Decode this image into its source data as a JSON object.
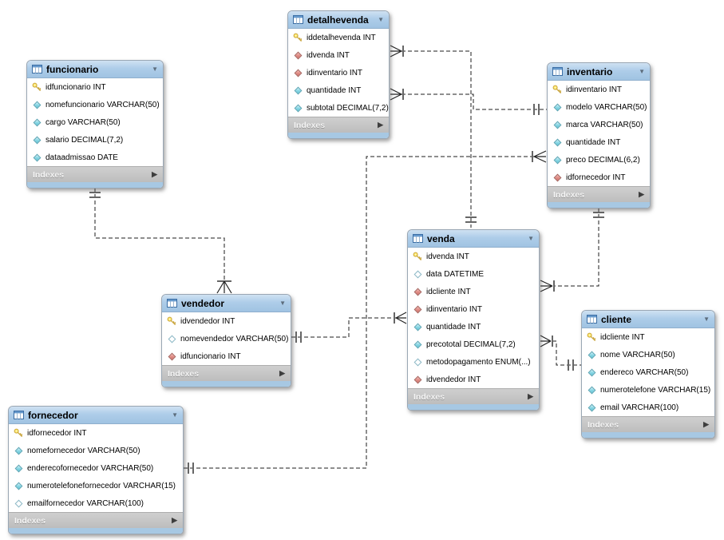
{
  "labels": {
    "indexes": "Indexes"
  },
  "colors": {
    "header_blue": "#aecde9",
    "footer_gray": "#c2c2c2",
    "bottom_strip_blue": "#a7c8e3",
    "primary_key_yellow": "#ffe96b",
    "foreign_key_red": "#e2918a",
    "notnull_cyan": "#8fd9e6",
    "nullable_white": "#ffffff",
    "line_black": "#1c1c1c"
  },
  "tables": [
    {
      "title": "funcionario",
      "fields": [
        {
          "icon": "primary-key",
          "text": "idfuncionario INT"
        },
        {
          "icon": "notnull",
          "text": "nomefuncionario VARCHAR(50)"
        },
        {
          "icon": "notnull",
          "text": "cargo VARCHAR(50)"
        },
        {
          "icon": "notnull",
          "text": "salario DECIMAL(7,2)"
        },
        {
          "icon": "notnull",
          "text": "dataadmissao DATE"
        }
      ]
    },
    {
      "title": "detalhevenda",
      "fields": [
        {
          "icon": "primary-key",
          "text": "iddetalhevenda INT"
        },
        {
          "icon": "foreign-key",
          "text": "idvenda INT"
        },
        {
          "icon": "foreign-key",
          "text": "idinventario INT"
        },
        {
          "icon": "notnull",
          "text": "quantidade INT"
        },
        {
          "icon": "notnull",
          "text": "subtotal DECIMAL(7,2)"
        }
      ]
    },
    {
      "title": "inventario",
      "fields": [
        {
          "icon": "primary-key",
          "text": "idinventario INT"
        },
        {
          "icon": "notnull",
          "text": "modelo VARCHAR(50)"
        },
        {
          "icon": "notnull",
          "text": "marca VARCHAR(50)"
        },
        {
          "icon": "notnull",
          "text": "quantidade INT"
        },
        {
          "icon": "notnull",
          "text": "preco DECIMAL(6,2)"
        },
        {
          "icon": "foreign-key",
          "text": "idfornecedor INT"
        }
      ]
    },
    {
      "title": "venda",
      "fields": [
        {
          "icon": "primary-key",
          "text": "idvenda INT"
        },
        {
          "icon": "nullable",
          "text": "data DATETIME"
        },
        {
          "icon": "foreign-key",
          "text": "idcliente INT"
        },
        {
          "icon": "foreign-key",
          "text": "idinventario INT"
        },
        {
          "icon": "notnull",
          "text": "quantidade INT"
        },
        {
          "icon": "notnull",
          "text": "precototal DECIMAL(7,2)"
        },
        {
          "icon": "nullable",
          "text": "metodopagamento ENUM(...)"
        },
        {
          "icon": "foreign-key",
          "text": "idvendedor INT"
        }
      ]
    },
    {
      "title": "vendedor",
      "fields": [
        {
          "icon": "primary-key",
          "text": "idvendedor INT"
        },
        {
          "icon": "nullable",
          "text": "nomevendedor VARCHAR(50)"
        },
        {
          "icon": "foreign-key",
          "text": "idfuncionario INT"
        }
      ]
    },
    {
      "title": "cliente",
      "fields": [
        {
          "icon": "primary-key",
          "text": "idcliente INT"
        },
        {
          "icon": "notnull",
          "text": "nome VARCHAR(50)"
        },
        {
          "icon": "notnull",
          "text": "endereco VARCHAR(50)"
        },
        {
          "icon": "notnull",
          "text": "numerotelefone VARCHAR(15)"
        },
        {
          "icon": "notnull",
          "text": "email VARCHAR(100)"
        }
      ]
    },
    {
      "title": "fornecedor",
      "fields": [
        {
          "icon": "primary-key",
          "text": "idfornecedor INT"
        },
        {
          "icon": "notnull",
          "text": "nomefornecedor VARCHAR(50)"
        },
        {
          "icon": "notnull",
          "text": "enderecofornecedor VARCHAR(50)"
        },
        {
          "icon": "notnull",
          "text": "numerotelefonefornecedor VARCHAR(15)"
        },
        {
          "icon": "nullable",
          "text": "emailfornecedor VARCHAR(100)"
        }
      ]
    }
  ],
  "relationships": [
    {
      "from": "detalhevenda",
      "to": "venda",
      "from_cardinality": "many",
      "to_cardinality": "one"
    },
    {
      "from": "detalhevenda",
      "to": "inventario",
      "from_cardinality": "many",
      "to_cardinality": "one"
    },
    {
      "from": "venda",
      "to": "inventario",
      "from_cardinality": "many",
      "to_cardinality": "one"
    },
    {
      "from": "venda",
      "to": "cliente",
      "from_cardinality": "many",
      "to_cardinality": "one"
    },
    {
      "from": "venda",
      "to": "vendedor",
      "from_cardinality": "many",
      "to_cardinality": "one"
    },
    {
      "from": "vendedor",
      "to": "funcionario",
      "from_cardinality": "many",
      "to_cardinality": "one"
    },
    {
      "from": "inventario",
      "to": "fornecedor",
      "from_cardinality": "many",
      "to_cardinality": "one"
    }
  ]
}
